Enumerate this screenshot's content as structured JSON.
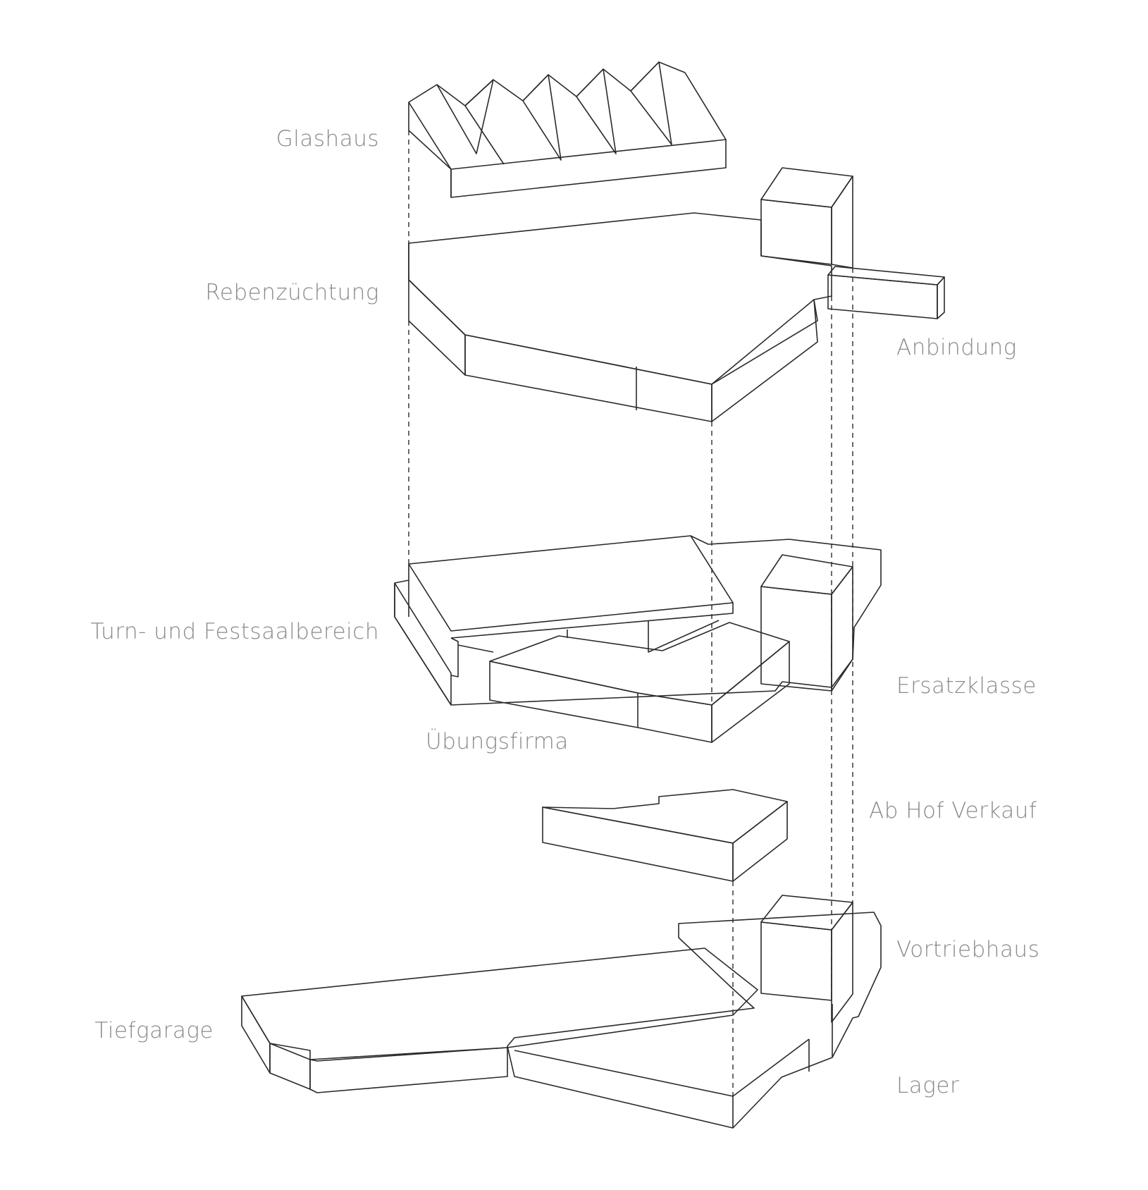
{
  "labels": {
    "glashaus": "Glashaus",
    "rebenzuechtung": "Rebenzüchtung",
    "anbindung": "Anbindung",
    "turn_festsaal": "Turn- und Festsaalbereich",
    "ersatzklasse": "Ersatzklasse",
    "uebungsfirma": "Übungsfirma",
    "ab_hof_verkauf": "Ab Hof Verkauf",
    "vortriebhaus": "Vortriebhaus",
    "tiefgarage": "Tiefgarage",
    "lager": "Lager"
  },
  "colors": {
    "glashaus": "#9dbde4",
    "rebenzuechtung": "#dff0f7",
    "grey_block": "#e4e4e4",
    "turn_festsaal": "#dde7c6",
    "uebungsfirma": "#f8f4a8",
    "ab_hof_verkauf": "#ecc5c6",
    "tiefgarage": "#eaddd2",
    "lager": "#d5c6da"
  }
}
